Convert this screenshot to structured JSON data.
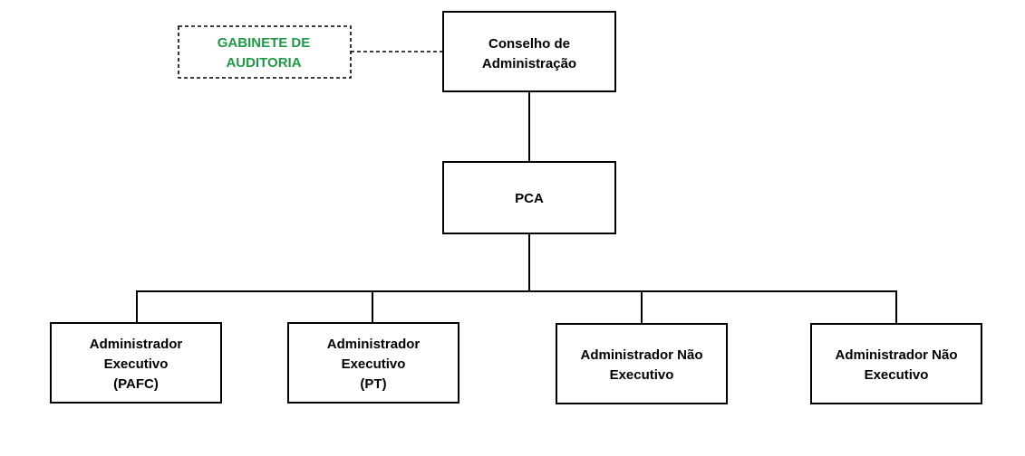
{
  "colors": {
    "line": "#000000",
    "audit_text": "#1e9a46",
    "background": "#ffffff"
  },
  "nodes": {
    "audit_office": {
      "lines": [
        "GABINETE DE",
        "AUDITORIA"
      ]
    },
    "board": {
      "lines": [
        "Conselho de",
        "Administração"
      ]
    },
    "pca": {
      "lines": [
        "PCA"
      ]
    },
    "exec_pafc": {
      "lines": [
        "Administrador",
        "Executivo",
        "(PAFC)"
      ]
    },
    "exec_pt": {
      "lines": [
        "Administrador",
        "Executivo",
        "(PT)"
      ]
    },
    "nonexec_1": {
      "lines": [
        "Administrador Não",
        "Executivo"
      ]
    },
    "nonexec_2": {
      "lines": [
        "Administrador Não",
        "Executivo"
      ]
    }
  }
}
